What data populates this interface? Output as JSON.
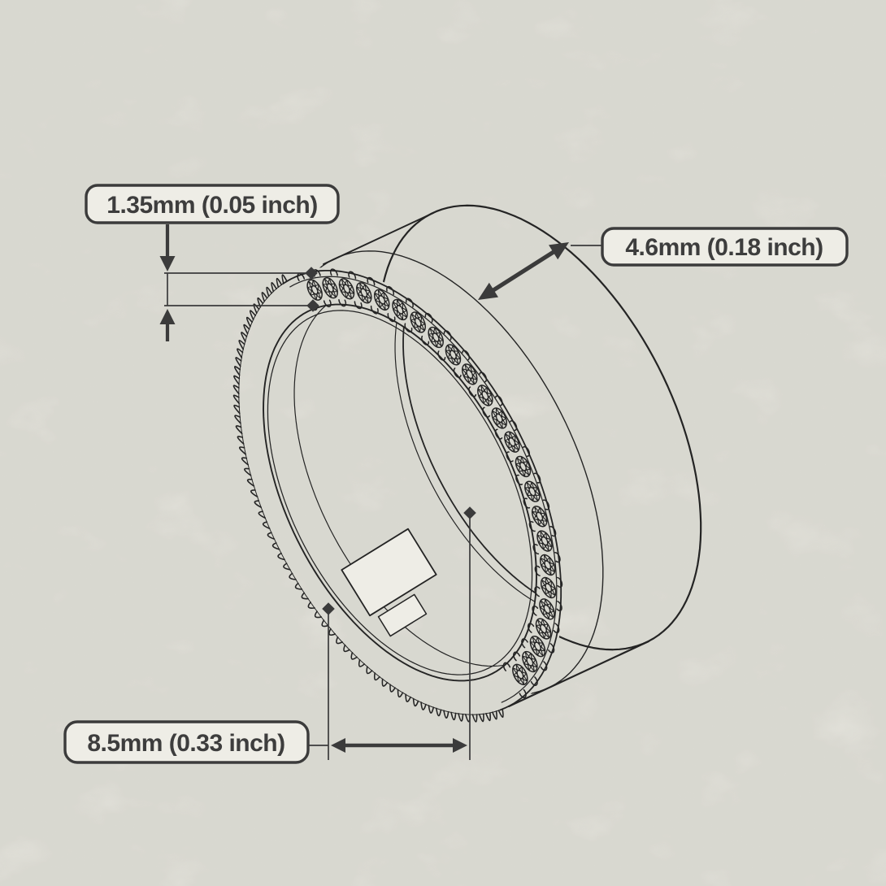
{
  "document": {
    "kind": "jewelry-ring-technical-drawing",
    "subject": "pave eternity band wireframe illustration with dimension callouts"
  },
  "canvas": {
    "paper_color": "#eeede6",
    "ink_color": "#242424",
    "dimension_color": "#3b3b3b",
    "label_text_color": "#3d3d3d"
  },
  "labels": {
    "thickness": {
      "text": "1.35mm (0.05 inch)",
      "value_mm": 1.35,
      "value_inch": 0.05
    },
    "band_width": {
      "text": "4.6mm (0.18 inch)",
      "value_mm": 4.6,
      "value_inch": 0.18
    },
    "inner_diameter": {
      "text": "8.5mm (0.33 inch)",
      "value_mm": 8.5,
      "value_inch": 0.33
    }
  }
}
